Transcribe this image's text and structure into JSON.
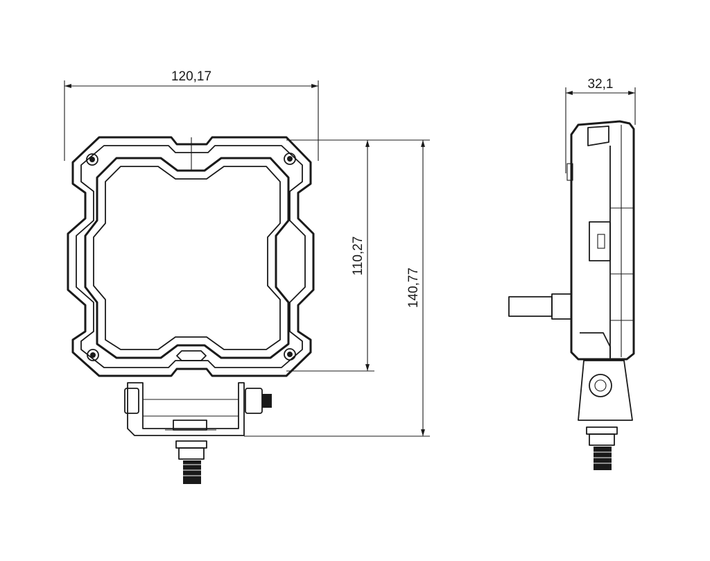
{
  "dimensions": {
    "front_width": "120,17",
    "lens_height": "110,27",
    "overall_height": "140,77",
    "side_depth": "32,1"
  },
  "colors": {
    "line": "#1a1a1a",
    "background": "#ffffff"
  }
}
